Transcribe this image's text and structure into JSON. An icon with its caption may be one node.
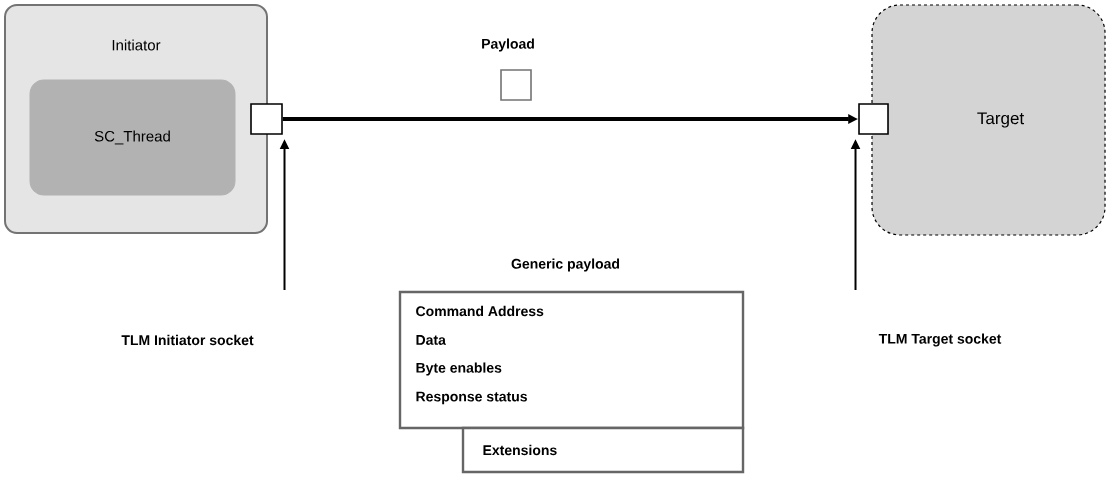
{
  "diagram": {
    "nodes": [
      {
        "text": [
          "Initiator"
        ]
      },
      {
        "text": [
          "SC_Thread"
        ],
        "in": 0
      },
      {
        "text": [],
        "shape": "box"
      },
      {
        "text": [
          "Target"
        ]
      },
      {
        "text": [],
        "shape": "box"
      },
      {
        "text": [
          "Payload"
        ]
      },
      {
        "text": [
          "TLM Initiator socket"
        ]
      },
      {
        "text": [
          "TLM Target socket"
        ]
      },
      {
        "text": [
          "Generic payload",
          "Command Address",
          "Data",
          "Byte enables",
          "Response status"
        ]
      },
      {
        "text": [
          "Extensions"
        ]
      }
    ],
    "edges": [
      {
        "from": 2,
        "to": 4,
        "arrow": "to",
        "style": "thick"
      },
      {
        "from": 6,
        "to": 2,
        "arrow": "to"
      },
      {
        "from": 7,
        "to": 4,
        "arrow": "to"
      }
    ]
  }
}
